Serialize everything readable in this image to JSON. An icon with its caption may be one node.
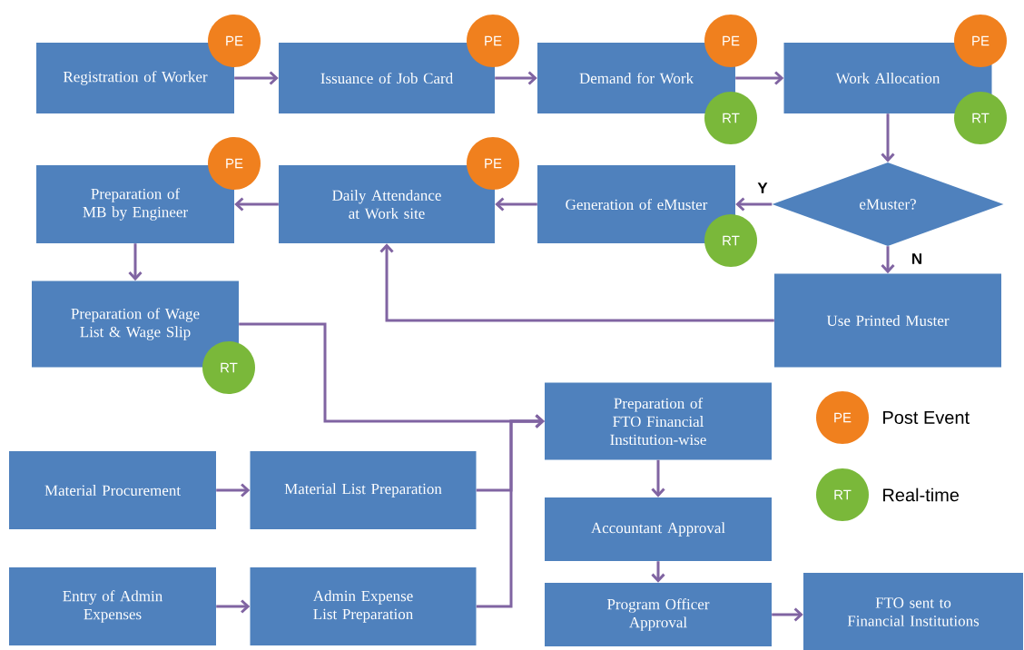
{
  "diagram": {
    "nodes": [
      {
        "text": [
          "Registration of Worker"
        ]
      },
      {
        "text": [
          "PE"
        ]
      },
      {
        "text": [
          "Issuance of Job Card"
        ]
      },
      {
        "text": [
          "PE"
        ]
      },
      {
        "text": [
          "Demand for Work"
        ]
      },
      {
        "text": [
          "PE"
        ]
      },
      {
        "text": [
          "RT"
        ]
      },
      {
        "text": [
          "Work Allocation"
        ]
      },
      {
        "text": [
          "PE"
        ]
      },
      {
        "text": [
          "RT"
        ]
      },
      {
        "text": [
          "Preparation of MB by Engineer"
        ]
      },
      {
        "text": [
          "PE"
        ]
      },
      {
        "text": [
          "Daily Attendance at Work site"
        ]
      },
      {
        "text": [
          "PE"
        ]
      },
      {
        "text": [
          "Generation of eMuster"
        ]
      },
      {
        "text": [
          "RT"
        ]
      },
      {
        "text": [
          "eMuster?"
        ]
      },
      {
        "text": [
          "Preparation of Wage List & Wage Slip"
        ]
      },
      {
        "text": [
          "RT"
        ]
      },
      {
        "text": [
          "Use Printed Muster"
        ]
      },
      {
        "text": [
          "Preparation of FTO Financial Institution-wise"
        ]
      },
      {
        "text": [
          "PE"
        ],
        "beside": [
          "Post Event"
        ]
      },
      {
        "text": [
          "RT"
        ],
        "beside": [
          "Real-time"
        ]
      },
      {
        "text": [
          "Material Procurement"
        ]
      },
      {
        "text": [
          "Material List Preparation"
        ]
      },
      {
        "text": [
          "Accountant Approval"
        ]
      },
      {
        "text": [
          "Entry of Admin Expenses"
        ]
      },
      {
        "text": [
          "Admin Expense List Preparation"
        ]
      },
      {
        "text": [
          "Program Officer Approval"
        ]
      },
      {
        "text": [
          "FTO sent to Financial Institutions"
        ]
      }
    ],
    "edges": [
      {
        "from": 0,
        "to": 2,
        "arrow": "to"
      },
      {
        "from": 2,
        "to": 4,
        "arrow": "to"
      },
      {
        "from": 4,
        "to": 7,
        "arrow": "to"
      },
      {
        "from": 7,
        "to": 16,
        "arrow": "to"
      },
      {
        "from": 16,
        "to": 14,
        "arrow": "to",
        "label": "Y"
      },
      {
        "from": 16,
        "to": 19,
        "arrow": "to",
        "label": "N"
      },
      {
        "from": 14,
        "to": 12,
        "arrow": "to"
      },
      {
        "from": 12,
        "to": 10,
        "arrow": "to"
      },
      {
        "from": 10,
        "to": 17,
        "arrow": "to"
      },
      {
        "from": 19,
        "to": 12,
        "arrow": "to"
      },
      {
        "from": 17,
        "to": 20,
        "arrow": "to"
      },
      {
        "from": 23,
        "to": 24,
        "arrow": "to"
      },
      {
        "from": 24,
        "to": 20,
        "arrow": "to"
      },
      {
        "from": 26,
        "to": 27,
        "arrow": "to"
      },
      {
        "from": 27,
        "to": 20,
        "arrow": "to"
      },
      {
        "from": 20,
        "to": 25,
        "arrow": "to"
      },
      {
        "from": 25,
        "to": 28,
        "arrow": "to"
      },
      {
        "from": 28,
        "to": 29,
        "arrow": "to"
      }
    ]
  }
}
